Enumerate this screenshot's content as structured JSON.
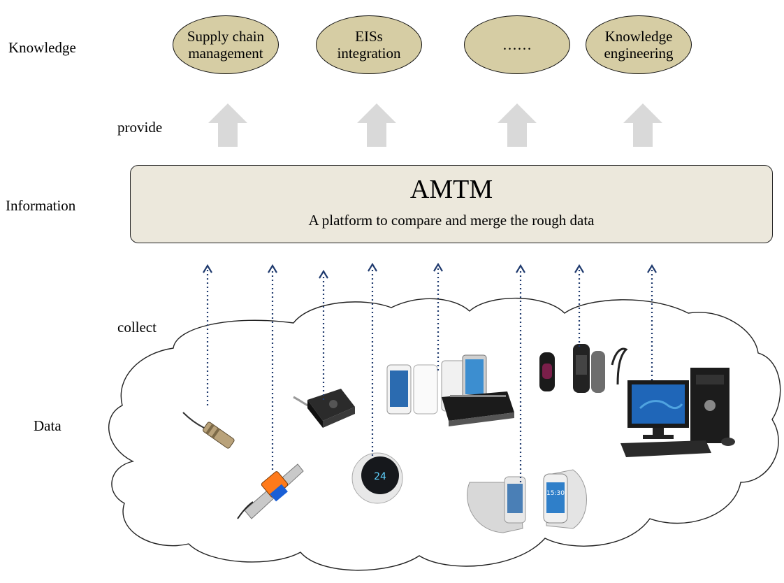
{
  "layers": {
    "knowledge": "Knowledge",
    "provide": "provide",
    "information": "Information",
    "collect": "collect",
    "data": "Data"
  },
  "knowledge_items": [
    {
      "line1": "Supply chain",
      "line2": "management"
    },
    {
      "line1": "EISs",
      "line2": "integration"
    },
    {
      "line1": "……",
      "line2": ""
    },
    {
      "line1": "Knowledge",
      "line2": "engineering"
    }
  ],
  "platform": {
    "title": "AMTM",
    "subtitle": "A platform to compare and merge the rough data"
  },
  "colors": {
    "oval_fill": "#d6cda4",
    "platform_fill": "#ece8dc",
    "arrow_gray": "#d9d9d9",
    "dotted_arrow": "#1f3a6e"
  },
  "devices": [
    {
      "icon": "proximity-sensor-icon"
    },
    {
      "icon": "current-sensor-icon"
    },
    {
      "icon": "square-sensor-icon"
    },
    {
      "icon": "thermostat-icon"
    },
    {
      "icon": "smartphones-icon"
    },
    {
      "icon": "smartwatch-icon"
    },
    {
      "icon": "fitness-trackers-icon"
    },
    {
      "icon": "desktop-computer-icon"
    }
  ]
}
